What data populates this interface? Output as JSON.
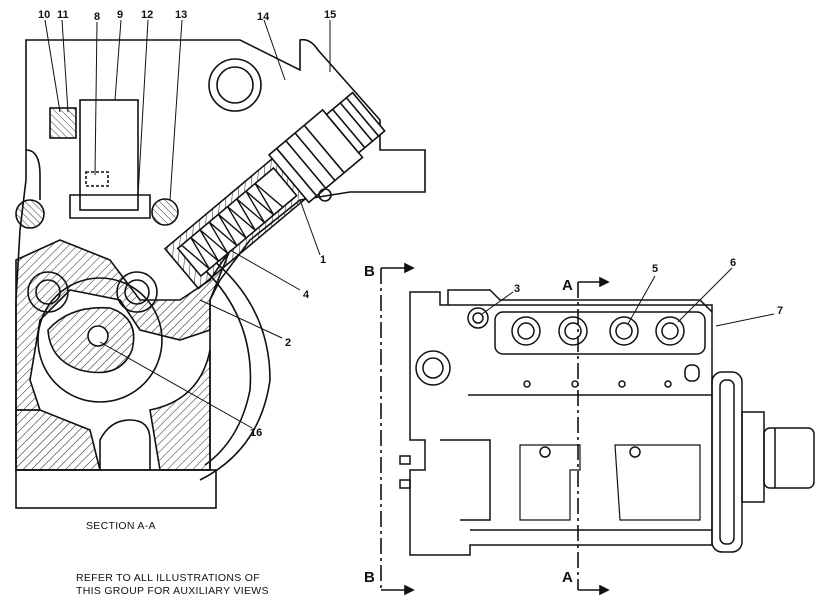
{
  "callouts": {
    "c10": "10",
    "c11": "11",
    "c8": "8",
    "c9": "9",
    "c12": "12",
    "c13": "13",
    "c14": "14",
    "c15": "15",
    "c1": "1",
    "c4": "4",
    "c2": "2",
    "c16": "16",
    "c3": "3",
    "c5": "5",
    "c6": "6",
    "c7": "7"
  },
  "section_markers": {
    "b_top": "B",
    "b_bottom": "B",
    "a_top": "A",
    "a_bottom": "A"
  },
  "captions": {
    "section": "SECTION A-A",
    "note_line1": "REFER TO ALL ILLUSTRATIONS OF",
    "note_line2": "THIS GROUP FOR AUXILIARY VIEWS"
  }
}
